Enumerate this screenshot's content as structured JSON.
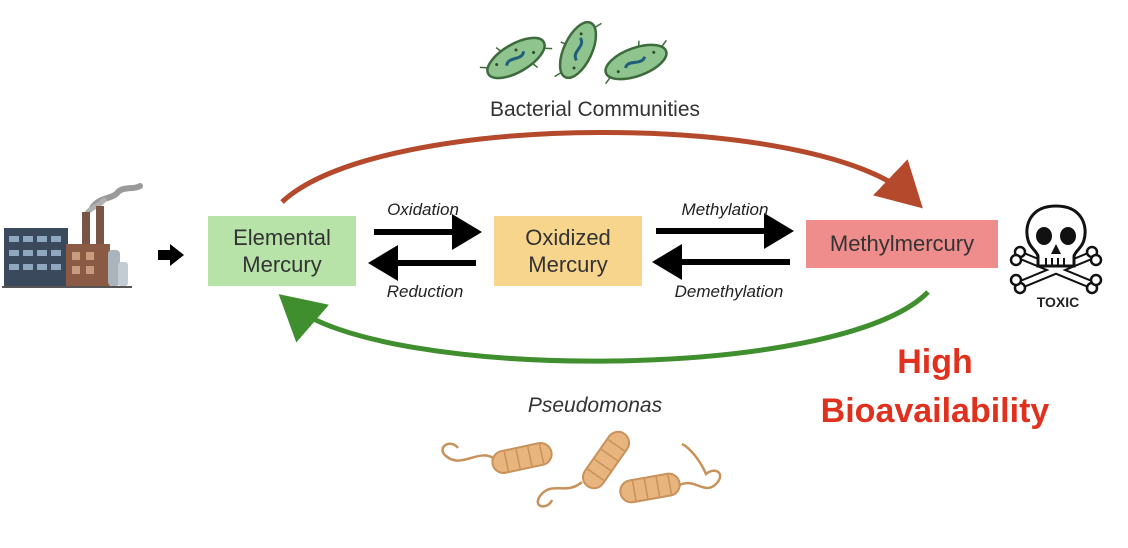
{
  "bacteria": {
    "label": "Bacterial Communities"
  },
  "boxes": {
    "elemental": {
      "line1": "Elemental",
      "line2": "Mercury",
      "color": "#b7e3a8"
    },
    "oxidized": {
      "line1": "Oxidized",
      "line2": "Mercury",
      "color": "#f8d58c"
    },
    "methyl": {
      "line1": "Methylmercury",
      "color": "#ef8c8c"
    }
  },
  "arrows": {
    "oxidation": "Oxidation",
    "reduction": "Reduction",
    "methylation": "Methylation",
    "demethylation": "Demethylation"
  },
  "pseudomonas": {
    "label": "Pseudomonas"
  },
  "toxic": {
    "label": "TOXIC"
  },
  "highlight": {
    "line1": "High",
    "line2": "Bioavailability",
    "color": "#e0301e"
  },
  "colors": {
    "top_arc": "#b5492b",
    "bottom_arc": "#3f8f2e"
  },
  "icons": [
    "factory-icon",
    "bacteria-icon",
    "pseudomonas-icon",
    "skull-crossbones-icon"
  ]
}
